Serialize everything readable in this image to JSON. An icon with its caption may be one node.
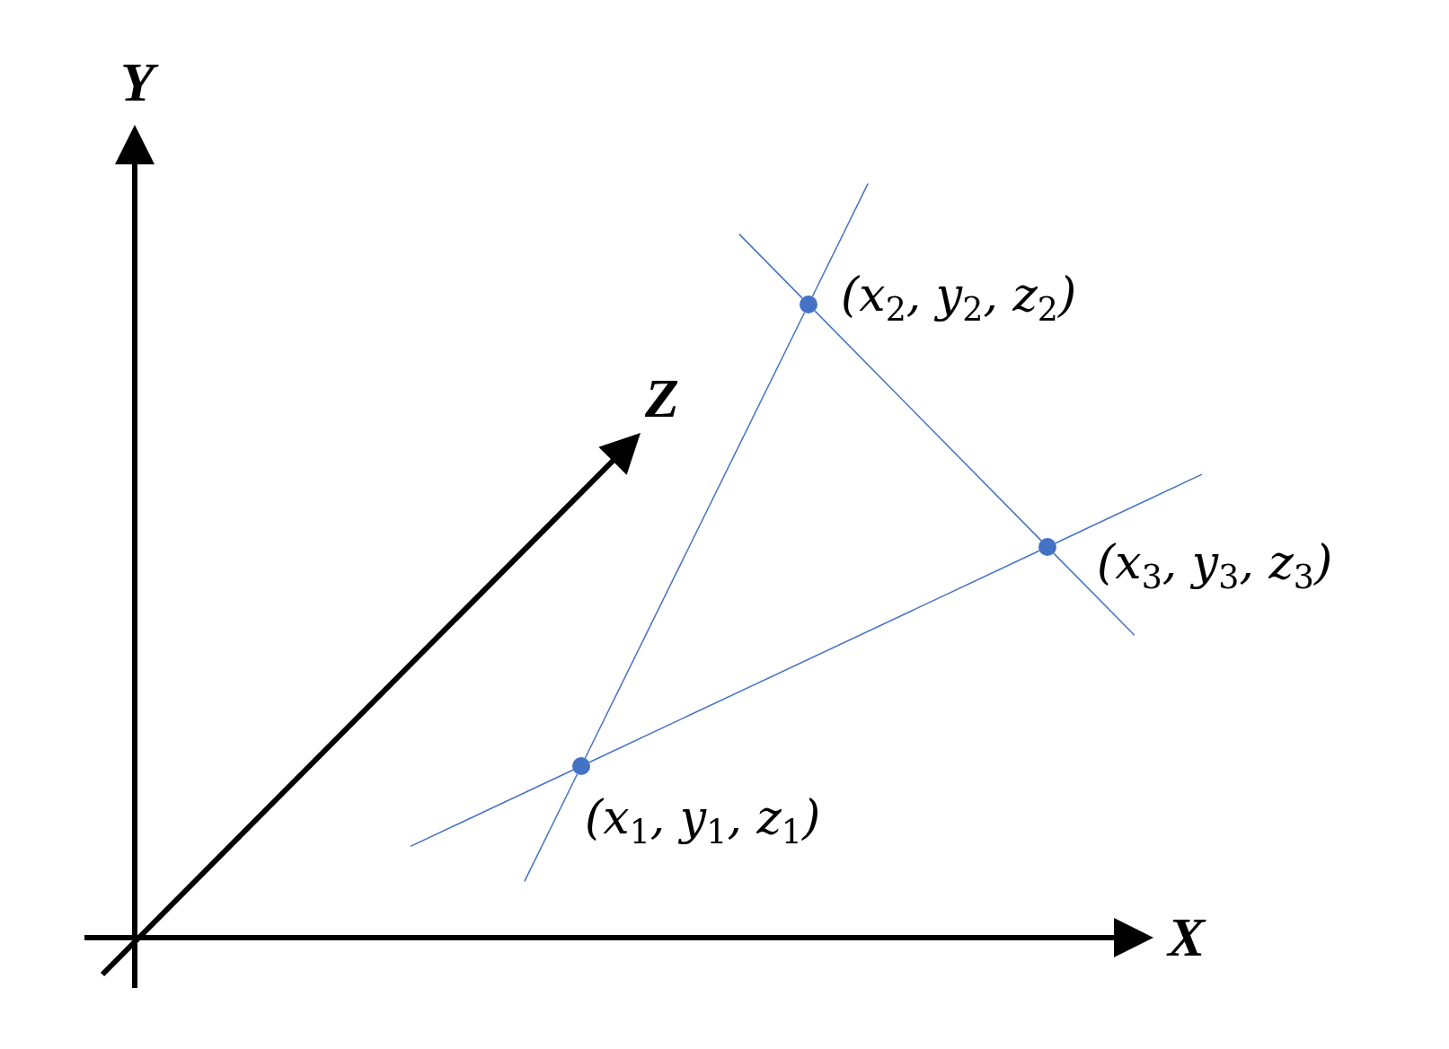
{
  "diagram": {
    "nodes": [
      {
        "text": [],
        "shape": "circle",
        "beside": [
          "(x$_{1}$, y$_{1}$, z$_{1}$)"
        ]
      },
      {
        "text": [],
        "shape": "circle",
        "beside": [
          "(x$_{2}$, y$_{2}$, z$_{2}$)"
        ]
      },
      {
        "text": [],
        "shape": "circle",
        "beside": [
          "(x$_{3}$, y$_{3}$, z$_{3}$)"
        ]
      }
    ],
    "edges": [
      {
        "from": 0,
        "to": 1,
        "arrow": "none"
      },
      {
        "from": 1,
        "to": 2,
        "arrow": "none"
      },
      {
        "from": 0,
        "to": 2,
        "arrow": "none"
      }
    ],
    "labels": [
      "Y",
      "Z",
      "X"
    ]
  }
}
